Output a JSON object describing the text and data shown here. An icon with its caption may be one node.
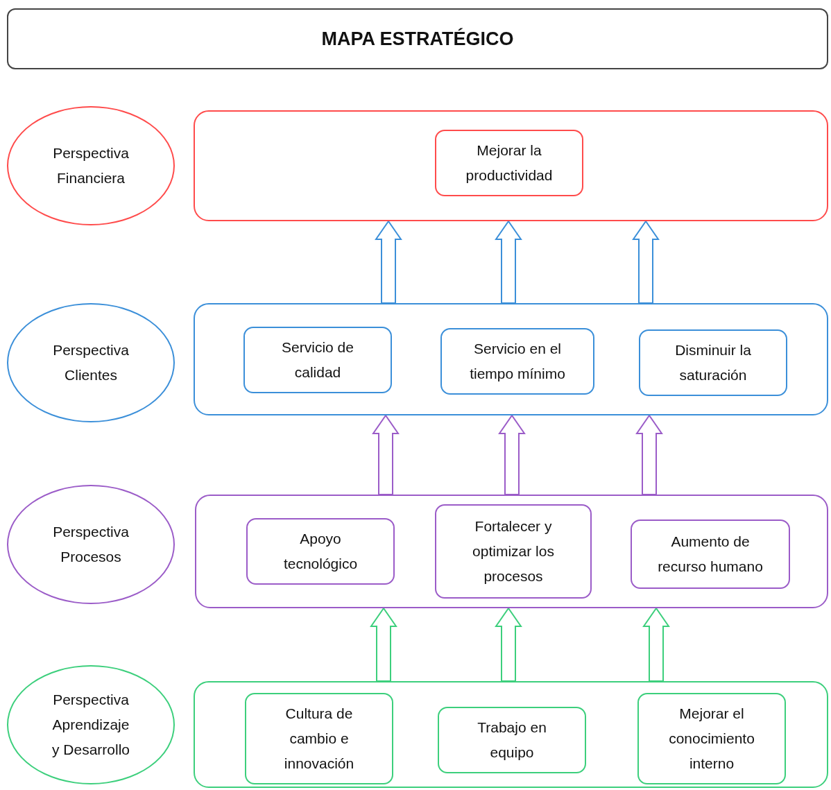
{
  "diagram": {
    "title": "MAPA ESTRATÉGICO",
    "nodes": [
      {
        "text": [
          "Perspectiva Financiera"
        ]
      },
      {
        "text": [],
        "shape": "box"
      },
      {
        "text": [
          "Mejorar la productividad"
        ],
        "in": 1
      },
      {
        "text": [
          "Perspectiva Clientes"
        ]
      },
      {
        "text": [],
        "shape": "box"
      },
      {
        "text": [
          "Servicio de calidad"
        ],
        "in": 4
      },
      {
        "text": [
          "Servicio en el tiempo mínimo"
        ],
        "in": 4
      },
      {
        "text": [
          "Disminuir la saturación"
        ],
        "in": 4
      },
      {
        "text": [
          "Perspectiva Procesos"
        ]
      },
      {
        "text": [],
        "shape": "box"
      },
      {
        "text": [
          "Apoyo tecnológico"
        ],
        "in": 9
      },
      {
        "text": [
          "Fortalecer y optimizar los procesos"
        ],
        "in": 9
      },
      {
        "text": [
          "Aumento de recurso humano"
        ],
        "in": 9
      },
      {
        "text": [
          "Perspectiva Aprendizaje y Desarrollo"
        ]
      },
      {
        "text": [],
        "shape": "box"
      },
      {
        "text": [
          "Cultura de cambio e innovación"
        ],
        "in": 14
      },
      {
        "text": [
          "Trabajo en equipo"
        ],
        "in": 14
      },
      {
        "text": [
          "Mejorar el conocimiento interno"
        ],
        "in": 14
      }
    ],
    "edges": [
      {
        "from": 4,
        "to": 1,
        "arrow": "to",
        "color": "#3b8fd9"
      },
      {
        "from": 4,
        "to": 1,
        "arrow": "to",
        "color": "#3b8fd9"
      },
      {
        "from": 4,
        "to": 1,
        "arrow": "to",
        "color": "#3b8fd9"
      },
      {
        "from": 9,
        "to": 4,
        "arrow": "to",
        "color": "#9b5cc8"
      },
      {
        "from": 9,
        "to": 4,
        "arrow": "to",
        "color": "#9b5cc8"
      },
      {
        "from": 9,
        "to": 4,
        "arrow": "to",
        "color": "#9b5cc8"
      },
      {
        "from": 14,
        "to": 9,
        "arrow": "to",
        "color": "#3ccf7c"
      },
      {
        "from": 14,
        "to": 9,
        "arrow": "to",
        "color": "#3ccf7c"
      },
      {
        "from": 14,
        "to": 9,
        "arrow": "to",
        "color": "#3ccf7c"
      }
    ]
  }
}
